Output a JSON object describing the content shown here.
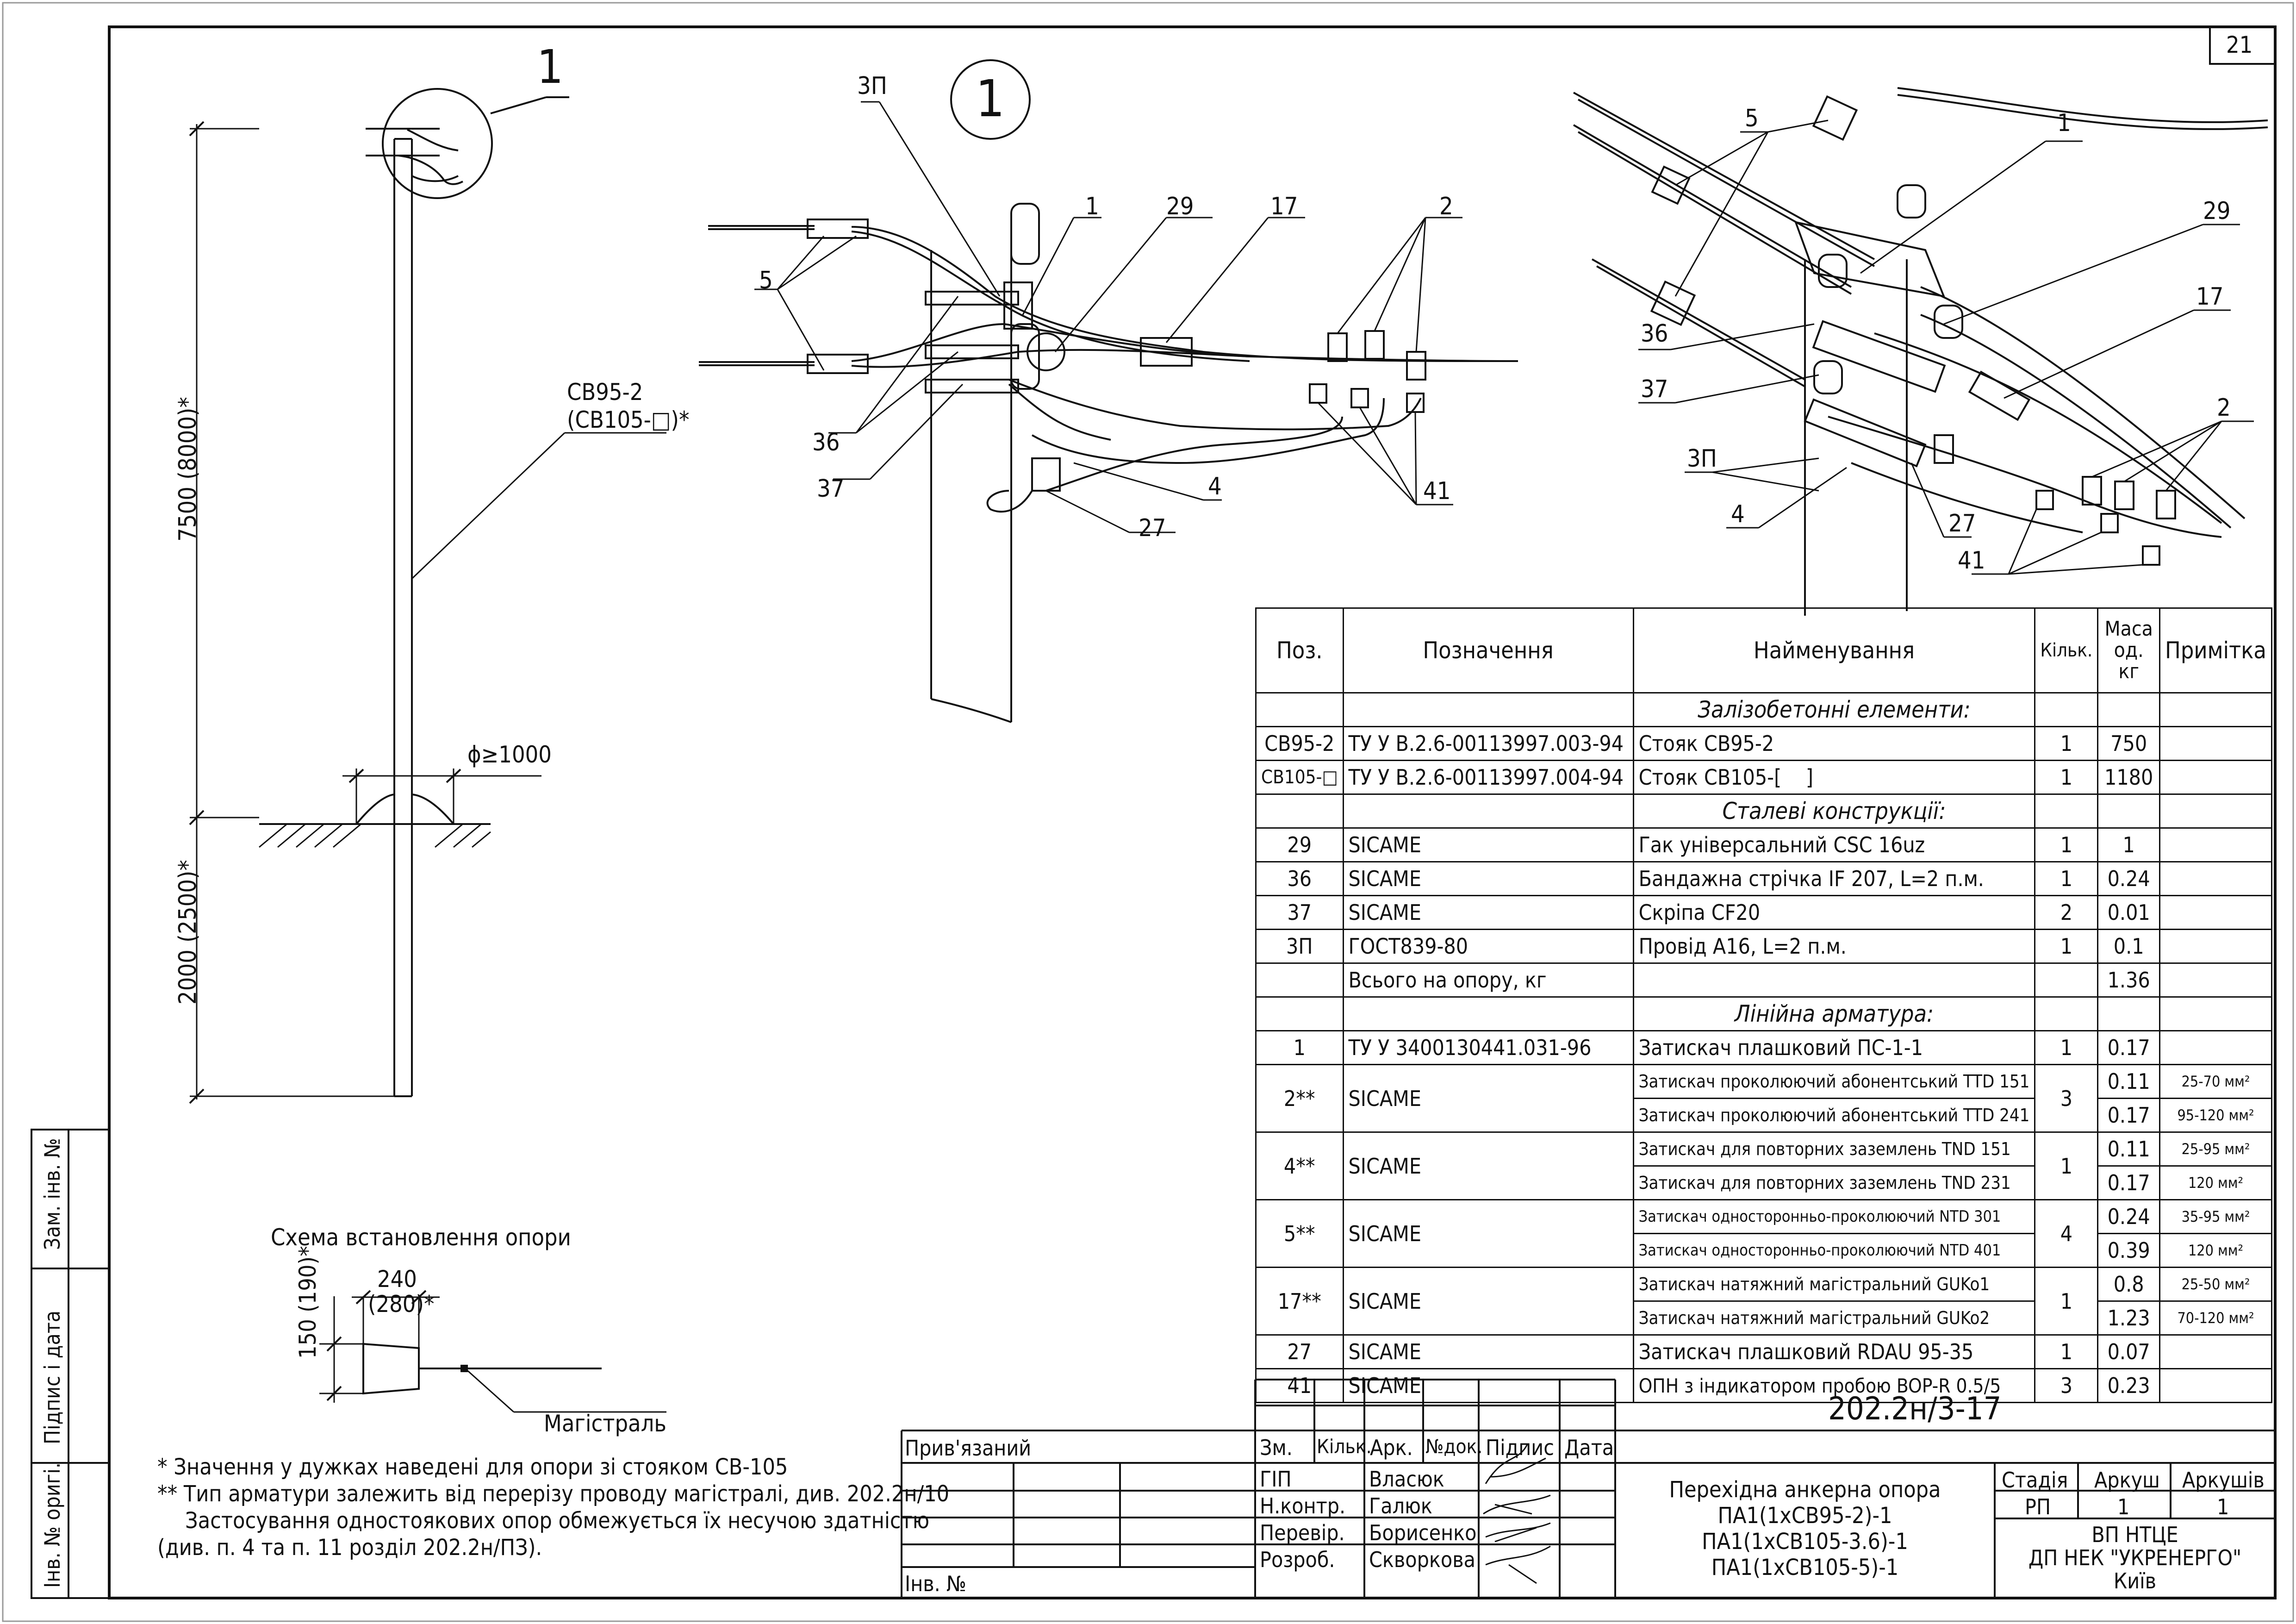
{
  "sheet_no": "21",
  "view_callout": "1",
  "detail_callout": "1",
  "pole_label": "СВ95-2",
  "pole_label_alt": "(СВ105-□)*",
  "dim_height": "7500",
  "dim_height_alt": "(8000)*",
  "dim_depth": "2000",
  "dim_depth_alt": "(2500)*",
  "dim_diameter": "ϕ≥1000",
  "scheme_title": "Схема встановлення опори",
  "scheme_dim_h": "150",
  "scheme_dim_h_alt": "(190)*",
  "scheme_dim_w": "240",
  "scheme_dim_w_alt": "(280)*",
  "scheme_line_label": "Магістраль",
  "detail_markers": [
    "3П",
    "1",
    "29",
    "17",
    "2",
    "5",
    "36",
    "37",
    "4",
    "27",
    "41"
  ],
  "iso_markers": [
    "5",
    "1",
    "29",
    "17",
    "36",
    "37",
    "3П",
    "4",
    "27",
    "41",
    "2"
  ],
  "notes": [
    "* Значення у дужках наведені для опори зі стояком СВ-105",
    "** Тип арматури залежить від перерізу проводу магістралі, див. 202.2н/10",
    "Застосування одностоякових опор обмежується їх несучою здатністю",
    "(див. п. 4 та п. 11 розділ 202.2н/ПЗ)."
  ],
  "side_stamp": [
    "Зам. інв. №",
    "Підпис і дата",
    "Інв. № оригі."
  ],
  "privyazany": "Прив'язаний",
  "inv_no": "Інв. №",
  "spec": {
    "headers": {
      "pos": "Поз.",
      "designation": "Позначення",
      "name": "Найменування",
      "qty": "Кільк.",
      "mass": "Маса од. кг",
      "note": "Примітка"
    },
    "sections": {
      "concrete": "Залізобетонні елементи:",
      "steel": "Сталеві конструкції:",
      "fittings": "Лінійна арматура:"
    },
    "concrete_rows": [
      {
        "pos": "СВ95-2",
        "des": "ТУ У В.2.6-00113997.003-94",
        "name": "Стояк СВ95-2",
        "qty": "1",
        "mass": "750"
      },
      {
        "pos": "СВ105-□",
        "des": "ТУ У В.2.6-00113997.004-94",
        "name": "Стояк СВ105-[    ]",
        "qty": "1",
        "mass": "1180"
      }
    ],
    "steel_rows": [
      {
        "pos": "29",
        "des": "SICAME",
        "name": "Гак універсальний CSC 16uz",
        "qty": "1",
        "mass": "1"
      },
      {
        "pos": "36",
        "des": "SICAME",
        "name": "Бандажна стрічка IF 207, L=2 п.м.",
        "qty": "1",
        "mass": "0.24"
      },
      {
        "pos": "37",
        "des": "SICAME",
        "name": "Скріпа CF20",
        "qty": "2",
        "mass": "0.01"
      },
      {
        "pos": "3П",
        "des": "ГОСТ839-80",
        "name": "Провід А16, L=2 п.м.",
        "qty": "1",
        "mass": "0.1"
      },
      {
        "pos": "",
        "des": "Всього на опору, кг",
        "name": "",
        "qty": "",
        "mass": "1.36"
      }
    ],
    "fittings": {
      "r1": {
        "pos": "1",
        "des": "ТУ У 3400130441.031-96",
        "name": "Затискач плашковий ПС-1-1",
        "qty": "1",
        "mass": "0.17"
      },
      "r2": {
        "pos": "2**",
        "des": "SICAME",
        "qty": "3",
        "a": {
          "name": "Затискач проколюючий абонентський TTD 151",
          "mass": "0.11",
          "note": "25-70 мм²"
        },
        "b": {
          "name": "Затискач проколюючий абонентський TTD 241",
          "mass": "0.17",
          "note": "95-120 мм²"
        }
      },
      "r4": {
        "pos": "4**",
        "des": "SICAME",
        "qty": "1",
        "a": {
          "name": "Затискач для повторних заземлень TND 151",
          "mass": "0.11",
          "note": "25-95 мм²"
        },
        "b": {
          "name": "Затискач для повторних заземлень TND 231",
          "mass": "0.17",
          "note": "120 мм²"
        }
      },
      "r5": {
        "pos": "5**",
        "des": "SICAME",
        "qty": "4",
        "a": {
          "name": "Затискач односторонньо-проколюючий NTD 301",
          "mass": "0.24",
          "note": "35-95 мм²"
        },
        "b": {
          "name": "Затискач односторонньо-проколюючий NTD 401",
          "mass": "0.39",
          "note": "120 мм²"
        }
      },
      "r17": {
        "pos": "17**",
        "des": "SICAME",
        "qty": "1",
        "a": {
          "name": "Затискач натяжний магістральний GUKo1",
          "mass": "0.8",
          "note": "25-50 мм²"
        },
        "b": {
          "name": "Затискач натяжний магістральний GUKo2",
          "mass": "1.23",
          "note": "70-120 мм²"
        }
      },
      "r27": {
        "pos": "27",
        "des": "SICAME",
        "name": "Затискач плашковий RDAU 95-35",
        "qty": "1",
        "mass": "0.07"
      },
      "r41": {
        "pos": "41",
        "des": "SICAME",
        "name": "ОПН з індикатором пробою BOP-R 0.5/5",
        "qty": "3",
        "mass": "0.23"
      }
    }
  },
  "title_block": {
    "code": "202.2н/3-17",
    "head": [
      "Зм.",
      "Кільк.",
      "Арк.",
      "№док.",
      "Підпис",
      "Дата"
    ],
    "roles": [
      {
        "role": "ГІП",
        "name": "Власюк"
      },
      {
        "role": "Н.контр.",
        "name": "Галюк"
      },
      {
        "role": "Перевір.",
        "name": "Борисенко"
      },
      {
        "role": "Розроб.",
        "name": "Скворкова"
      }
    ],
    "title": [
      "Перехідна анкерна опора",
      "ПА1(1хСВ95-2)-1",
      "ПА1(1хСВ105-3.6)-1",
      "ПА1(1хСВ105-5)-1"
    ],
    "stage_h": "Стадія",
    "sheet_h": "Аркуш",
    "sheets_h": "Аркушів",
    "stage": "РП",
    "sheet": "1",
    "sheets": "1",
    "org": [
      "ВП НТЦЕ",
      "ДП НЕК \"УКРЕНЕРГО\"",
      "Київ"
    ]
  }
}
